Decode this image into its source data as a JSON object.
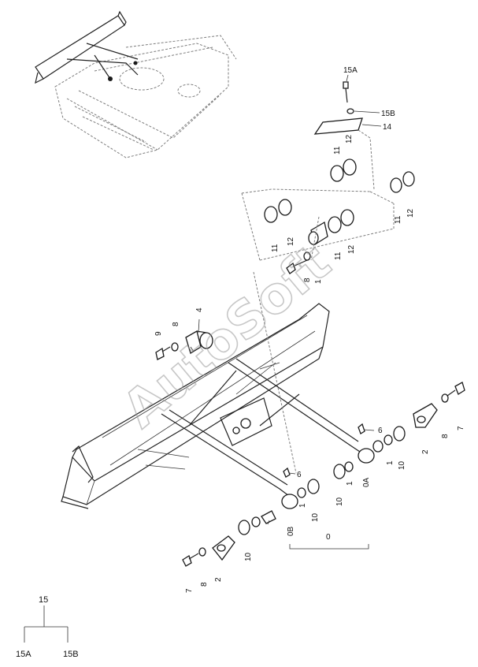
{
  "watermark": "AutoSoft",
  "callouts": {
    "c15A": "15A",
    "c15B": "15B",
    "c14": "14",
    "c12_top": "12",
    "c11_top": "11",
    "c11_right": "11",
    "c12_right": "12",
    "c11_left": "11",
    "c12_left": "12",
    "c11_mid": "11",
    "c12_mid": "12",
    "c8_upper": "8",
    "c1_upper": "1",
    "c4": "4",
    "c9": "9",
    "c8_left": "8",
    "c6_right": "6",
    "c8_right": "8",
    "c7_right": "7",
    "c2_right": "2",
    "c10_right": "10",
    "c1_right": "1",
    "c0A": "0A",
    "c1_mid": "1",
    "c10_mid": "10",
    "c6_left": "6",
    "c0B": "0B",
    "c10_low": "10",
    "c1_low": "1",
    "c0": "0",
    "c10_lower": "10",
    "c2_low": "2",
    "c8_low": "8",
    "c7_low": "7"
  },
  "tree": {
    "root": "15",
    "left": "15A",
    "right": "15B"
  }
}
